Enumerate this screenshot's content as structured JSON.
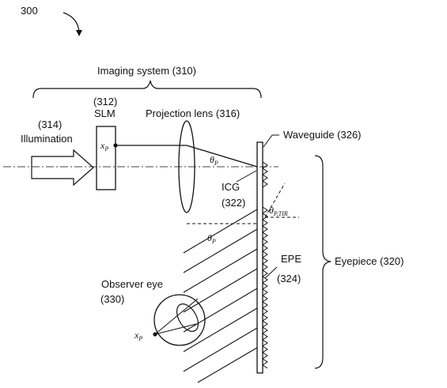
{
  "figure": {
    "number": "300",
    "imaging_system": "Imaging system (310)",
    "slm_num": "(312)",
    "slm": "SLM",
    "illum_num": "(314)",
    "illum": "Illumination",
    "proj_lens": "Projection lens (316)",
    "waveguide": "Waveguide (326)",
    "icg": "ICG",
    "icg_num": "(322)",
    "epe": "EPE",
    "epe_num": "(324)",
    "eyepiece": "Eyepiece (320)",
    "observer": "Observer eye",
    "observer_num": "(330)",
    "sym_x": "x",
    "sym_theta": "θ",
    "sub_p": "P",
    "sub_ptir": "P,TIR"
  },
  "colors": {
    "line": "#111111",
    "background": "#ffffff"
  }
}
